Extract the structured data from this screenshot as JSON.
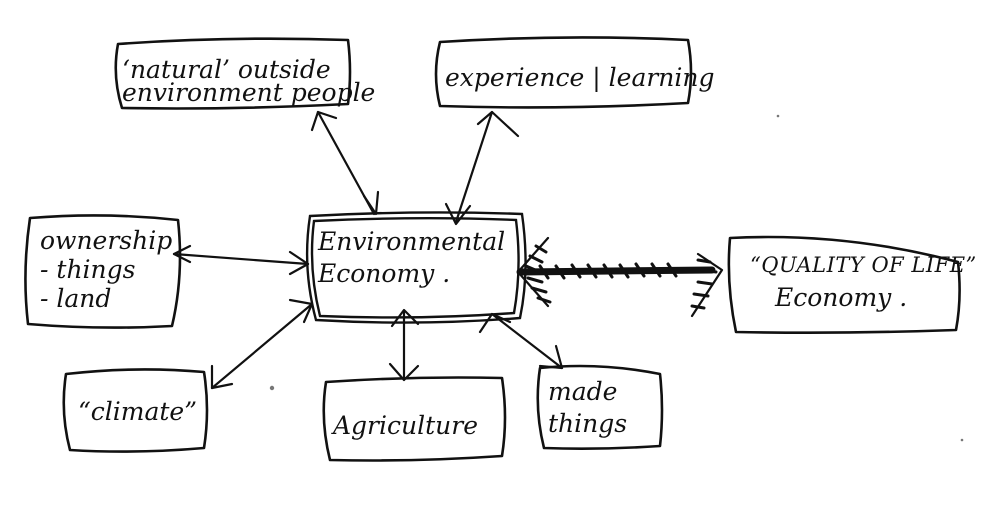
{
  "nodes": {
    "center": {
      "line1": "Environmental",
      "line2": "Economy ."
    },
    "natural": {
      "line1": "‘natural’  outside",
      "line2": "environment people"
    },
    "experience": {
      "line1": "experience | learning"
    },
    "ownership": {
      "line1": "ownership",
      "line2": "- things",
      "line3": "- land"
    },
    "quality": {
      "line1": "“QUALITY OF LIFE”",
      "line2": "Economy ."
    },
    "climate": {
      "line1": "“climate”"
    },
    "agriculture": {
      "line1": "Agriculture"
    },
    "made": {
      "line1": "made",
      "line2": "things"
    }
  }
}
